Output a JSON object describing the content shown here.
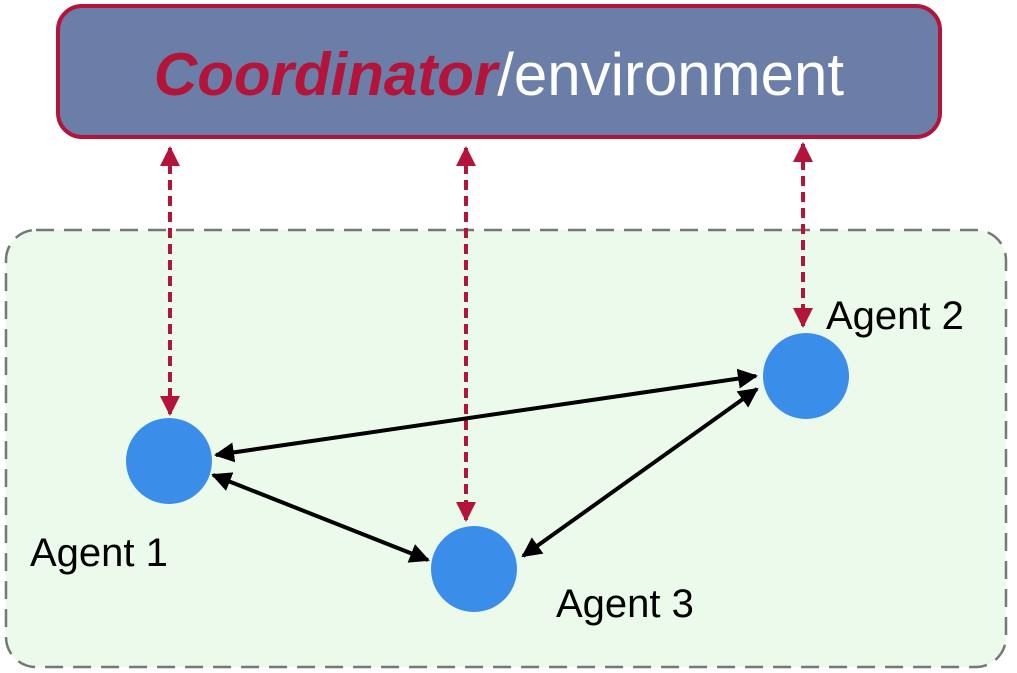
{
  "coordinator": {
    "emphasis": "Coordinator",
    "rest": "/environment"
  },
  "agents": [
    {
      "id": "agent-1",
      "label": "Agent 1"
    },
    {
      "id": "agent-2",
      "label": "Agent 2"
    },
    {
      "id": "agent-3",
      "label": "Agent 3"
    }
  ],
  "links": {
    "coordinator_to_agent": [
      "agent-1",
      "agent-3",
      "agent-2"
    ],
    "agent_to_agent": [
      [
        "agent-1",
        "agent-2"
      ],
      [
        "agent-1",
        "agent-3"
      ],
      [
        "agent-3",
        "agent-2"
      ]
    ]
  },
  "colors": {
    "coordinator_fill": "#6b7ea8",
    "coordinator_border": "#b3143a",
    "coordinator_emphasis_text": "#b3143a",
    "coordinator_rest_text": "#ffffff",
    "group_fill": "#ecfaec",
    "group_border": "#777777",
    "agent_fill": "#3a8ee9",
    "dashed_arrow": "#b3143a",
    "solid_arrow": "#000000"
  }
}
